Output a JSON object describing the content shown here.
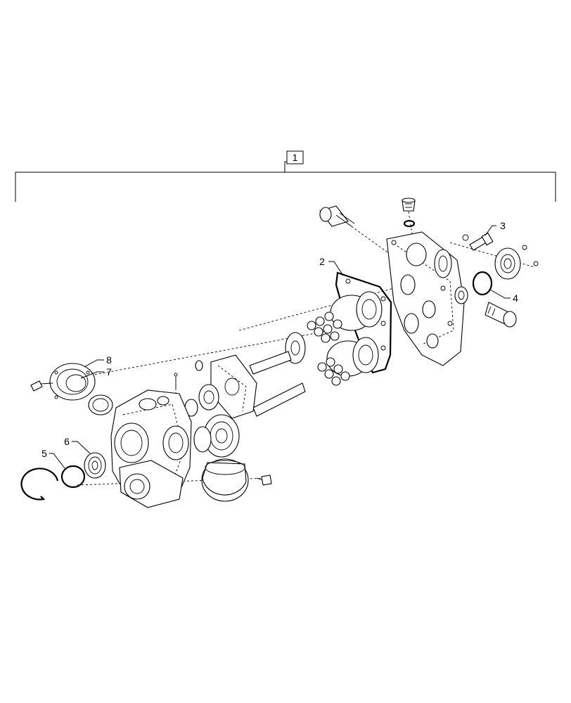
{
  "assembly_callout": "1",
  "callouts": {
    "c2": "2",
    "c3": "3",
    "c4": "4",
    "c5": "5",
    "c6": "6",
    "c7": "7",
    "c8": "8"
  }
}
